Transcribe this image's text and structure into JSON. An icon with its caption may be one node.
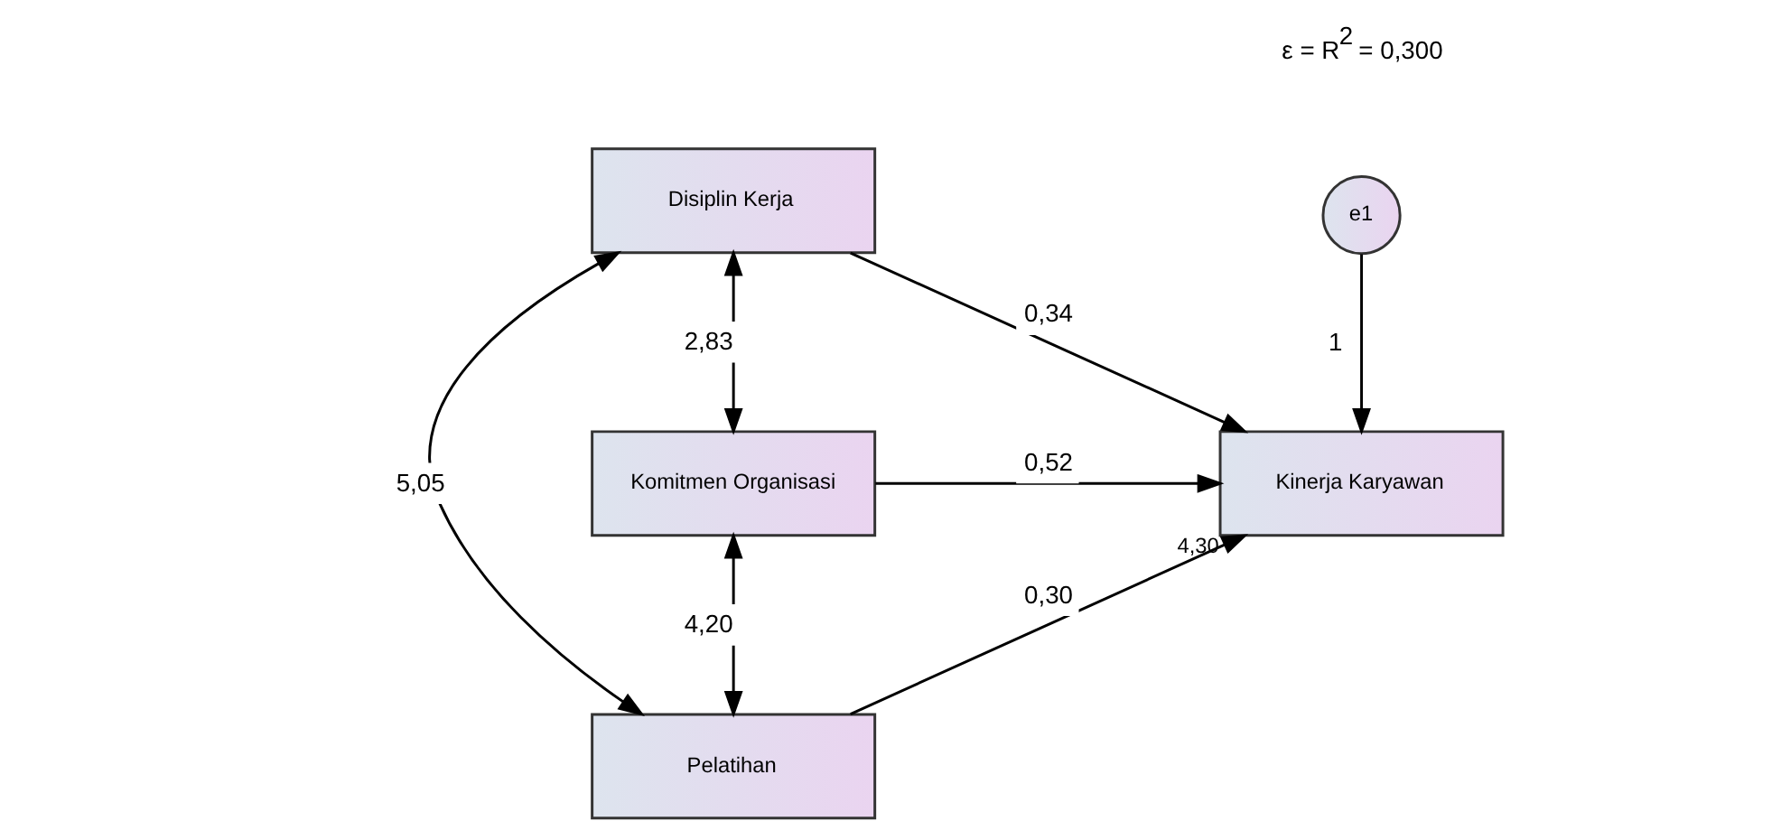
{
  "diagram": {
    "nodes": [
      {
        "text": [
          "Disiplin Kerja"
        ]
      },
      {
        "text": [
          "Komitmen Organisasi"
        ]
      },
      {
        "text": [
          "Pelatihan"
        ]
      },
      {
        "text": [
          "Kinerja Karyawan"
        ],
        "beside": [
          "4,30"
        ]
      },
      {
        "text": [
          "e1"
        ]
      }
    ],
    "edges": [
      {
        "from": 0,
        "to": 3,
        "arrow": "to",
        "label": "0,34"
      },
      {
        "from": 1,
        "to": 3,
        "arrow": "to",
        "label": "0,52"
      },
      {
        "from": 2,
        "to": 3,
        "arrow": "to",
        "label": "0,30"
      },
      {
        "from": 4,
        "to": 3,
        "arrow": "to",
        "label": "1"
      },
      {
        "from": 0,
        "to": 1,
        "arrow": "both",
        "label": "2,83"
      },
      {
        "from": 1,
        "to": 2,
        "arrow": "both",
        "label": "4,20"
      },
      {
        "from": 0,
        "to": 2,
        "arrow": "both",
        "label": "5,05"
      }
    ],
    "labels": [
      "ε = R$^{2}$ = 0,300"
    ]
  }
}
